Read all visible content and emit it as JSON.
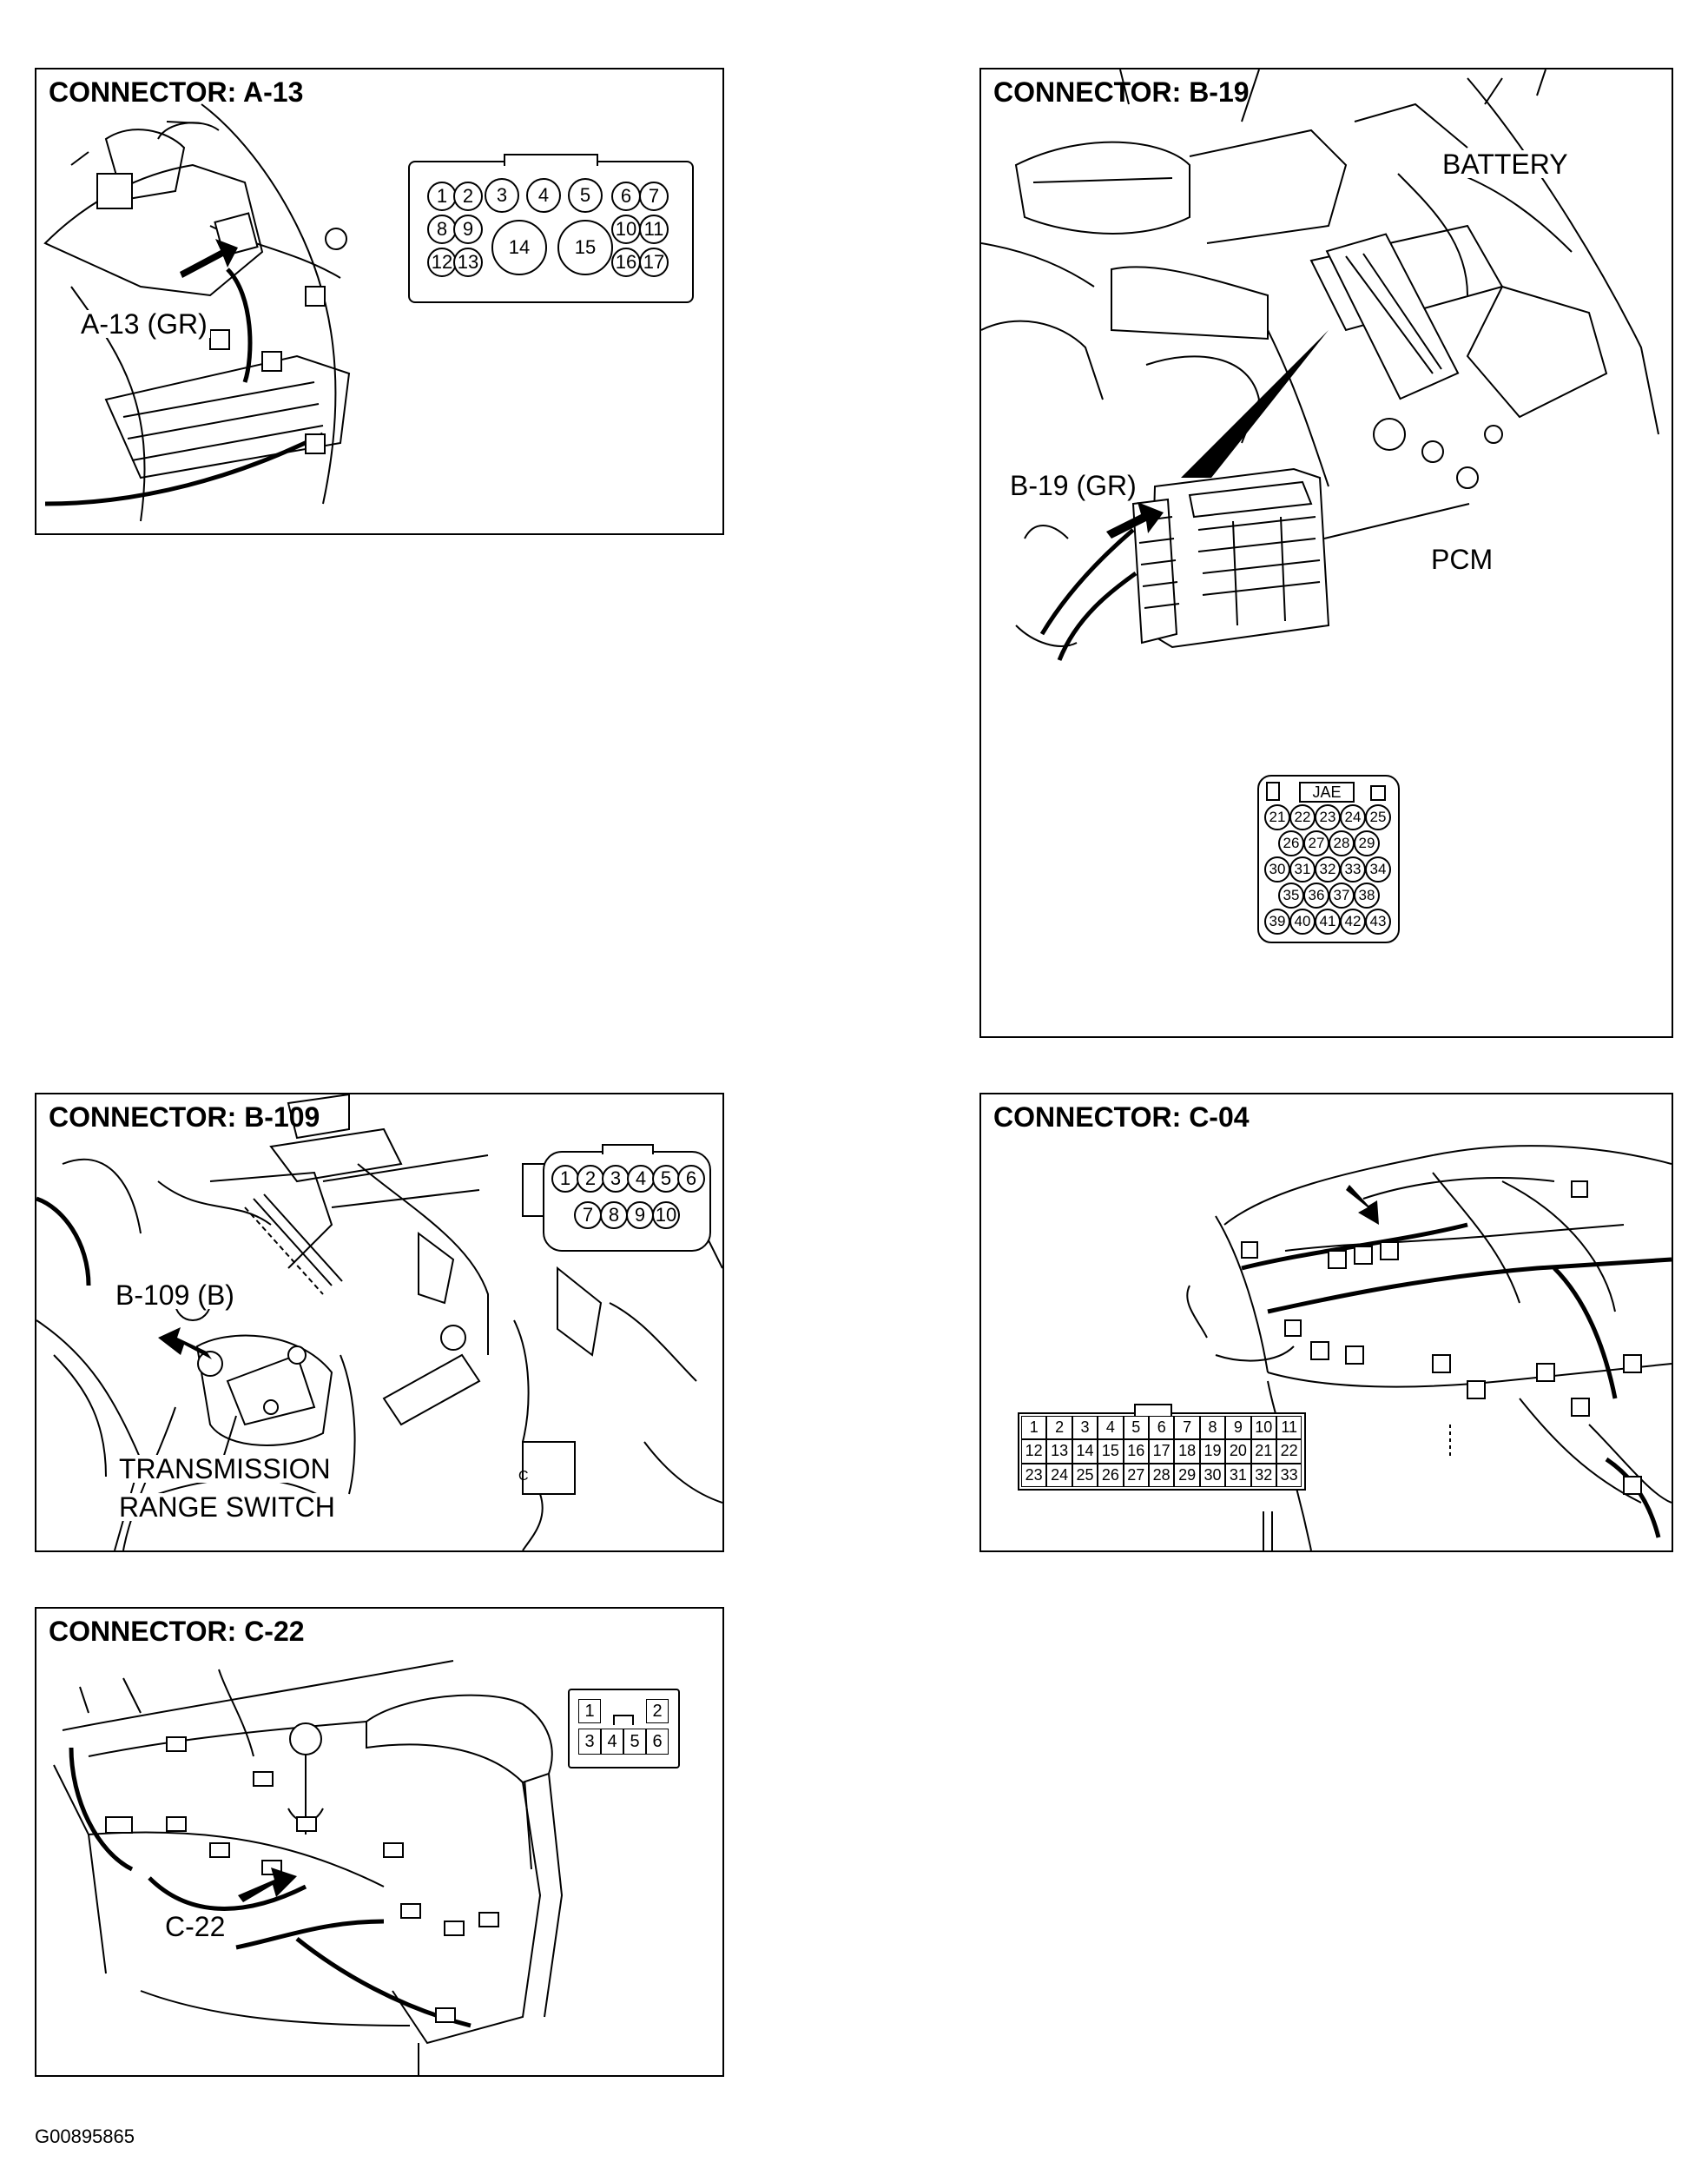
{
  "panels": {
    "a13": {
      "title": "CONNECTOR: A-13",
      "callout": "A-13 (GR)",
      "pins": [
        "1",
        "2",
        "3",
        "4",
        "5",
        "6",
        "7",
        "8",
        "9",
        "10",
        "11",
        "12",
        "13",
        "14",
        "15",
        "16",
        "17"
      ]
    },
    "b19": {
      "title": "CONNECTOR: B-19",
      "battery": "BATTERY",
      "callout": "B-19 (GR)",
      "pcm": "PCM",
      "maker": "JAE",
      "pins": [
        "21",
        "22",
        "23",
        "24",
        "25",
        "26",
        "27",
        "28",
        "29",
        "30",
        "31",
        "32",
        "33",
        "34",
        "35",
        "36",
        "37",
        "38",
        "39",
        "40",
        "41",
        "42",
        "43"
      ]
    },
    "b109": {
      "title": "CONNECTOR: B-109",
      "callout": "B-109 (B)",
      "range_line1": "TRANSMISSION",
      "range_line2": "RANGE SWITCH",
      "bracket_mark": "C",
      "pins": [
        "1",
        "2",
        "3",
        "4",
        "5",
        "6",
        "7",
        "8",
        "9",
        "10"
      ]
    },
    "c04": {
      "title": "CONNECTOR: C-04",
      "pins": [
        "1",
        "2",
        "3",
        "4",
        "5",
        "6",
        "7",
        "8",
        "9",
        "10",
        "11",
        "12",
        "13",
        "14",
        "15",
        "16",
        "17",
        "18",
        "19",
        "20",
        "21",
        "22",
        "23",
        "24",
        "25",
        "26",
        "27",
        "28",
        "29",
        "30",
        "31",
        "32",
        "33"
      ]
    },
    "c22": {
      "title": "CONNECTOR: C-22",
      "callout": "C-22",
      "pins": [
        "1",
        "2",
        "3",
        "4",
        "5",
        "6"
      ]
    }
  },
  "footer": "G00895865"
}
